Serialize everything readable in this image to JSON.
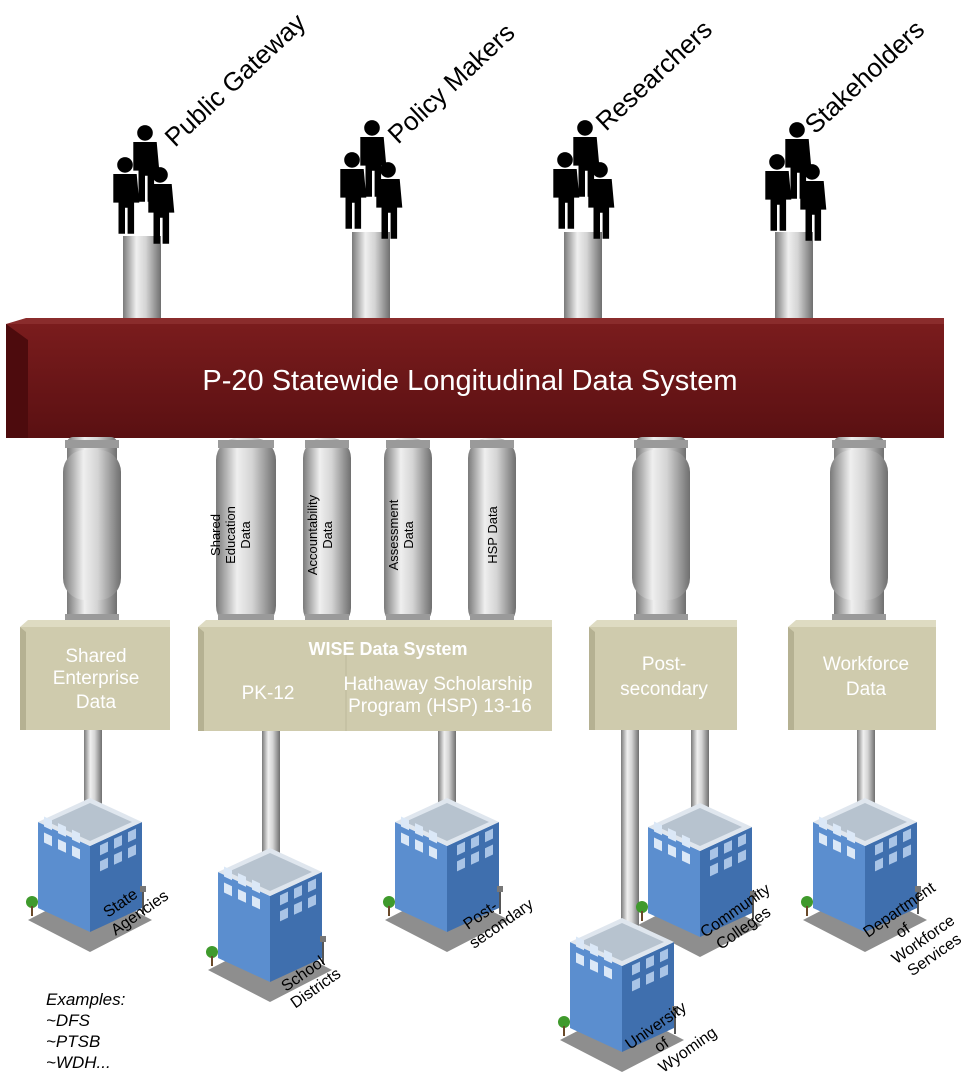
{
  "users": [
    {
      "label": "Public Gateway"
    },
    {
      "label": "Policy Makers"
    },
    {
      "label": "Researchers"
    },
    {
      "label": "Stakeholders"
    }
  ],
  "main_bar": {
    "label": "P-20 Statewide Longitudinal Data System"
  },
  "pipes": [
    {
      "label": ""
    },
    {
      "label": "Shared Education Data"
    },
    {
      "label": "Accountability Data"
    },
    {
      "label": "Assessment Data"
    },
    {
      "label": "HSP Data"
    },
    {
      "label": ""
    },
    {
      "label": ""
    }
  ],
  "boxes": {
    "shared_enterprise": [
      "Shared",
      "Enterprise",
      "Data"
    ],
    "wise_title": "WISE Data System",
    "pk12": "PK-12",
    "hathaway": [
      "Hathaway Scholarship",
      "Program (HSP) 13-16"
    ],
    "postsecondary": [
      "Post-",
      "secondary"
    ],
    "workforce": [
      "Workforce",
      "Data"
    ]
  },
  "buildings": [
    {
      "lines": [
        "State",
        "Agencies"
      ]
    },
    {
      "lines": [
        "School",
        "Districts"
      ]
    },
    {
      "lines": [
        "Post-",
        "secondary"
      ]
    },
    {
      "lines": [
        "Community",
        "Colleges"
      ]
    },
    {
      "lines": [
        "University",
        "of",
        "Wyoming"
      ]
    },
    {
      "lines": [
        "Department",
        "of",
        "Workforce",
        "Services"
      ]
    }
  ],
  "examples": [
    "Examples:",
    "~DFS",
    "~PTSB",
    "~WDH..."
  ],
  "colors": {
    "bar": "#6b1416",
    "bar_top": "#8a2c2c",
    "box": "#cfcbad",
    "box_side": "#b5b192",
    "pipe_light": "#e6e6e6",
    "pipe_dark": "#8d8d8d",
    "building": "#6d9cd6"
  }
}
